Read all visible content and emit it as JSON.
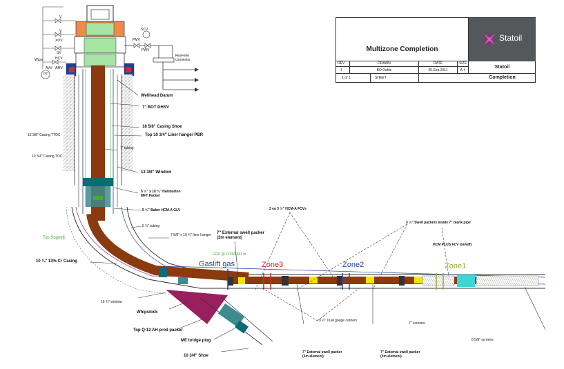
{
  "title_block": {
    "title": "Multizone Completion",
    "company": "Statoil",
    "logo_text": "Statoil",
    "rev_label": "REV",
    "rev_value": "1",
    "drawn_label": "DRAWN",
    "drawn_value": "BO Dahle",
    "date_label": "DATE",
    "date_value": "05.Sep.2011",
    "size_label": "SIZE",
    "size_value": "A-4",
    "sheet_value": "1 of 1",
    "sheet_label": "SHEET",
    "subject": "Completion",
    "logo_color": "#55585a",
    "logo_star_color": "#8b2f7e"
  },
  "wellhead_labels": {
    "v1": "V",
    "v2": "V",
    "xov": "XOV",
    "sv": "SV",
    "hcv": "HCV",
    "wass": "Wass",
    "pt": "PT",
    "avv": "AVV",
    "amv": "AMV",
    "pmv": "PMV",
    "pwv": "PWV",
    "scv": "SCV",
    "flowline": "Flow-line\nconnector"
  },
  "labels": {
    "wellhead_datum": "Wellhead Datum",
    "bot_dhsv": "7\" BOT DHSV",
    "shoe_18": "18 5/8\" Casing Shoe",
    "liner_pbr": "Top 10 3/4\" Liner hanger PBR",
    "casing_ttoc": "13 3/8\" Casing TTOC",
    "casing_toc": "10 3/4\" Casing TOC",
    "tubing_7": "7\" tubing",
    "window_13": "13 3/8\" Window",
    "mft_packer": "5 ½\" x 10 ¾\" Halliburton\nMFT Packer",
    "baker_glv": "5 ½\" Baker HCM-A GLV",
    "tubing_55": "5 ½\" tubing",
    "liner_hanger_7": "7 5/8\" x 10 ¾\" liner hanger",
    "top_sognefj": "Top Sognefj",
    "cr_casing": "10 ¾\" 13% Cr Casing",
    "ext_swell_top": "7\" External swell packer\n(3m element)",
    "hcm_fcvs": "2 ea 3 ½\" HCM-A FCVs",
    "swell_inside": "3 ½\" Swell packers inside 7\" blank pipe",
    "hcm_plus": "HCM PLUS FCV (on/off)",
    "goc": "GOC @ 1766/1581 m",
    "gaslift": "Gaslift gas",
    "zone3": "Zone3",
    "zone2": "Zone2",
    "zone1": "Zone1",
    "window_16": "16 ¾\" window",
    "whipstock": "Whipstock",
    "q12_packer": "Top Q-12 AH prod packer",
    "me_bridge": "ME bridge plug",
    "shoe_10": "10 3/4\" Shoe",
    "dual_gauge": "3 ½\" Dual gauge carriers",
    "ext_swell_b1": "7\" External swell packer\n(3m element)",
    "ext_swell_b2": "7\" External swell packer\n(3m element)",
    "screens_7": "7\" screens",
    "screens_658": "6 5/8\" screens"
  },
  "colors": {
    "tubing": "#8b3a0f",
    "casing": "#3d8a8f",
    "packer": "#0b6c74",
    "swell": "#f2e600",
    "zone1": "#9aa833",
    "zone2": "#2c4b9a",
    "zone3": "#d9262c",
    "gaslift": "#1f3f9a",
    "goc": "#3fae2e",
    "whipstock": "#9a1f5f",
    "wellhead_orange": "#f08a4a",
    "wellhead_green": "#a6e6a2"
  }
}
